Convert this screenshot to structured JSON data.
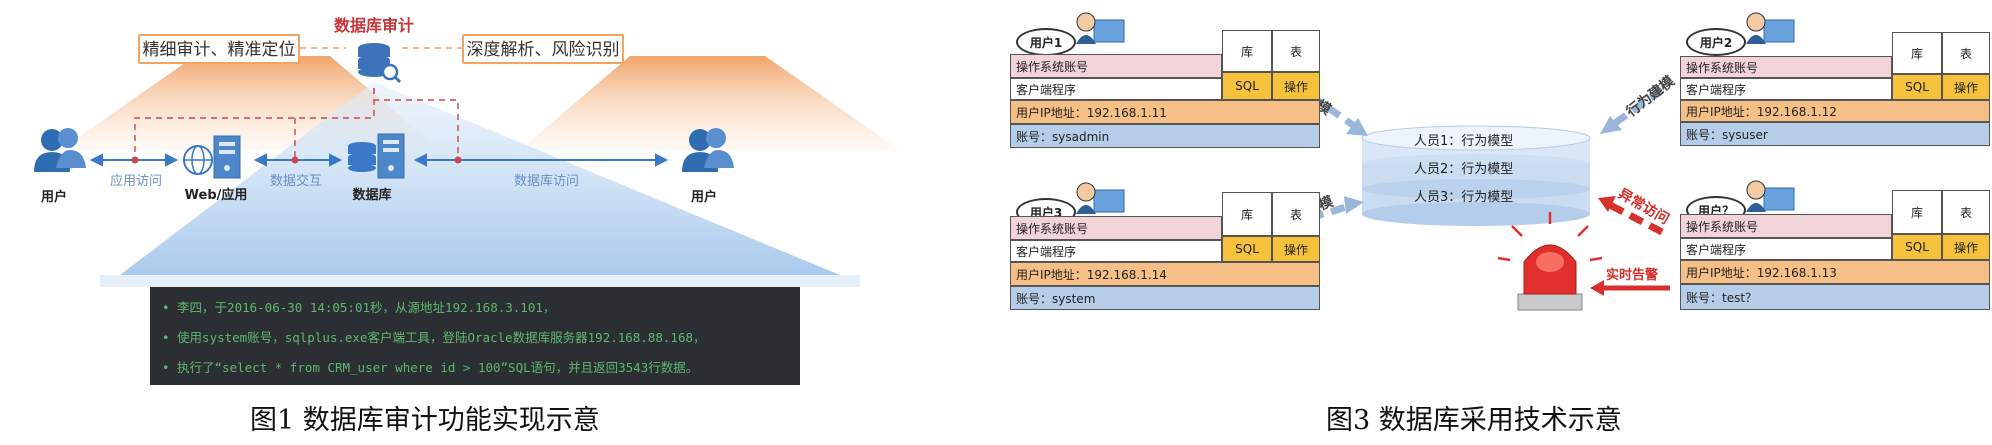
{
  "figure1": {
    "title": "数据库审计",
    "tag_left": "精细审计、精准定位",
    "tag_right": "深度解析、风险识别",
    "nodes": {
      "user_left": "用户",
      "web": "Web/应用",
      "database": "数据库",
      "user_right": "用户"
    },
    "links": {
      "app_access": "应用访问",
      "data_exchange": "数据交互",
      "db_access": "数据库访问"
    },
    "log_lines": [
      "• 李四，于2016-06-30 14:05:01秒，从源地址192.168.3.101，",
      "• 使用system账号，sqlplus.exe客户端工具，登陆Oracle数据库服务器192.168.88.168，",
      "• 执行了“select * from CRM_user where id > 100”SQL语句，并且返回3543行数据。"
    ],
    "caption": "图1  数据库审计功能实现示意",
    "colors": {
      "accent_orange": "#f0a468",
      "link_blue": "#3a78c8",
      "dashed_red": "#c8494b",
      "terminal_bg": "#2b2f33",
      "terminal_text": "#5fb870"
    }
  },
  "figure3": {
    "cards": [
      {
        "user": "用户1",
        "os": "操作系统账号",
        "client": "客户端程序",
        "lib": "库",
        "table": "表",
        "sql": "SQL",
        "op": "操作",
        "ip": "用户IP地址：192.168.1.11",
        "account": "账号：sysadmin"
      },
      {
        "user": "用户2",
        "os": "操作系统账号",
        "client": "客户端程序",
        "lib": "库",
        "table": "表",
        "sql": "SQL",
        "op": "操作",
        "ip": "用户IP地址：192.168.1.12",
        "account": "账号：sysuser"
      },
      {
        "user": "用户3",
        "os": "操作系统账号",
        "client": "客户端程序",
        "lib": "库",
        "table": "表",
        "sql": "SQL",
        "op": "操作",
        "ip": "用户IP地址：192.168.1.14",
        "account": "账号：system"
      },
      {
        "user": "用户？",
        "os": "操作系统账号",
        "client": "客户端程序",
        "lib": "库",
        "table": "表",
        "sql": "SQL",
        "op": "操作",
        "ip": "用户IP地址：192.168.1.13",
        "account": "账号：test？"
      }
    ],
    "models": [
      "人员1：行为模型",
      "人员2：行为模型",
      "人员3：行为模型"
    ],
    "arrows": {
      "user_modeling": "用户建模",
      "behavior_modeling": "行为建模",
      "data_modeling": "数据建模",
      "abnormal_access": "异常访问",
      "realtime_alert": "实时告警"
    },
    "caption": "图3  数据库采用技术示意",
    "colors": {
      "pink": "#f2d3d8",
      "yellow": "#f7c23b",
      "orange": "#f6bf86",
      "blue": "#b6cdea",
      "arrow_blue": "#9ab6da",
      "alert_red": "#d9302c"
    }
  }
}
